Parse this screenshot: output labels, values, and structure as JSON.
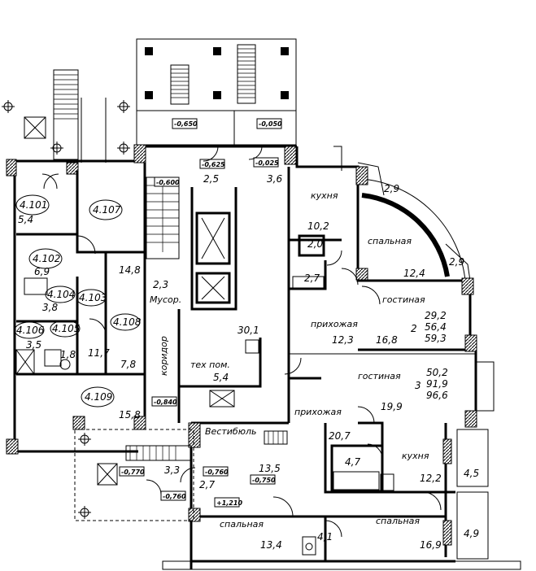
{
  "rooms": {
    "r_25": {
      "area": "2,5"
    },
    "r_36": {
      "area": "3,6"
    },
    "kitchen1": {
      "label": "кухня",
      "area": "10,2"
    },
    "bath1": {
      "area": "2,0"
    },
    "bath2": {
      "area": "2,7"
    },
    "balc1": {
      "area": "2,9"
    },
    "balc2": {
      "area": "2,9"
    },
    "bed1": {
      "label": "спальная",
      "area": "12,4"
    },
    "hall1": {
      "label": "прихожая",
      "area": "12,3"
    },
    "living1": {
      "label": "гостиная",
      "area": "16,8"
    },
    "apt2": {
      "number": "2",
      "a": "29,2",
      "b": "56,4",
      "c": "59,3"
    },
    "living2": {
      "label": "гостиная",
      "area": "19,9"
    },
    "apt3": {
      "number": "3",
      "a": "50,2",
      "b": "91,9",
      "c": "96,6"
    },
    "hall2": {
      "label": "прихожая",
      "area": "20,7"
    },
    "bath3": {
      "area": "4,7"
    },
    "kitchen2": {
      "label": "кухня",
      "area": "12,2"
    },
    "balc3": {
      "area": "4,5"
    },
    "balc4": {
      "area": "4,9"
    },
    "bed2": {
      "label": "спальная",
      "area": "16,9"
    },
    "bed3": {
      "label": "спальная",
      "area": "13,4"
    },
    "wc4": {
      "area": "4,1"
    },
    "vestibule": {
      "label": "Вестибюль",
      "area": "13,5"
    },
    "lobby": {
      "area": "30,1"
    },
    "tech": {
      "label": "тех пом.",
      "area": "5,4"
    },
    "corridor": {
      "label": "коридор",
      "area": "7,8"
    },
    "garbage": {
      "label": "Мусор.",
      "area": "2,3"
    },
    "r_33": {
      "area": "3,3"
    },
    "r_27": {
      "area": "2,7"
    },
    "r4101": {
      "code": "4.101",
      "area": "5,4"
    },
    "r4102": {
      "code": "4.102",
      "area": "6,9"
    },
    "r4103": {
      "code": "4.103",
      "area": "11,7"
    },
    "r4104": {
      "code": "4.104",
      "area": "3,8"
    },
    "r4105": {
      "code": "4.105",
      "area": "1,8"
    },
    "r4106": {
      "code": "4.106",
      "area": "3,5"
    },
    "r4107": {
      "code": "4.107",
      "area": "14,8"
    },
    "r4108": {
      "code": "4.108",
      "area": "7,8"
    },
    "r4109": {
      "code": "4.109",
      "area": "15,8"
    }
  },
  "levels": {
    "l1": "-0,650",
    "l2": "-0,050",
    "l3": "-0,625",
    "l4": "-0,025",
    "l5": "-0,600",
    "l6": "-0,840",
    "l7": "-0,770",
    "l8": "-0,760",
    "l9": "-0,750",
    "l10": "-0,760",
    "l11": "+1,210"
  }
}
